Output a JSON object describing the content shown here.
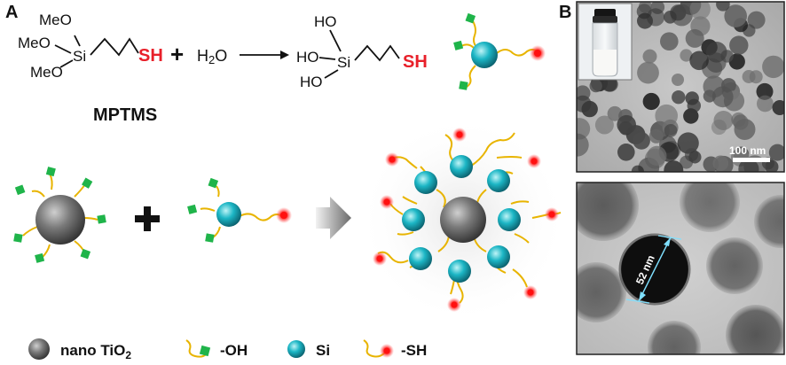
{
  "panel_a": {
    "label": "A",
    "reagent": {
      "substituents": [
        "MeO",
        "MeO",
        "MeO"
      ],
      "atom": "Si",
      "thiol": "SH",
      "name": "MPTMS"
    },
    "plus": "+",
    "water": {
      "prefix": "H",
      "sub": "2",
      "suffix": "O"
    },
    "product": {
      "substituents": [
        "HO",
        "HO",
        "HO"
      ],
      "atom": "Si",
      "thiol": "SH"
    }
  },
  "panel_b": {
    "label": "B",
    "scale_bar_label": "100 nm",
    "measurement_label": "52 nm"
  },
  "legend": [
    {
      "label_main": "nano TiO",
      "label_sub": "2",
      "icon": "tio2-sphere-icon"
    },
    {
      "label_main": "-OH",
      "label_sub": "",
      "icon": "hydroxyl-linker-icon"
    },
    {
      "label_main": "Si",
      "label_sub": "",
      "icon": "silicon-sphere-icon"
    },
    {
      "label_main": "-SH",
      "label_sub": "",
      "icon": "thiol-linker-icon"
    }
  ],
  "colors": {
    "thiol_text": "#e8202a",
    "linker": "#e8b400",
    "hydroxyl": "#1fb44a",
    "thiol_dot": "#ff2020",
    "silicon": "#1aa7b8",
    "tio2": "#6e6e6e"
  }
}
